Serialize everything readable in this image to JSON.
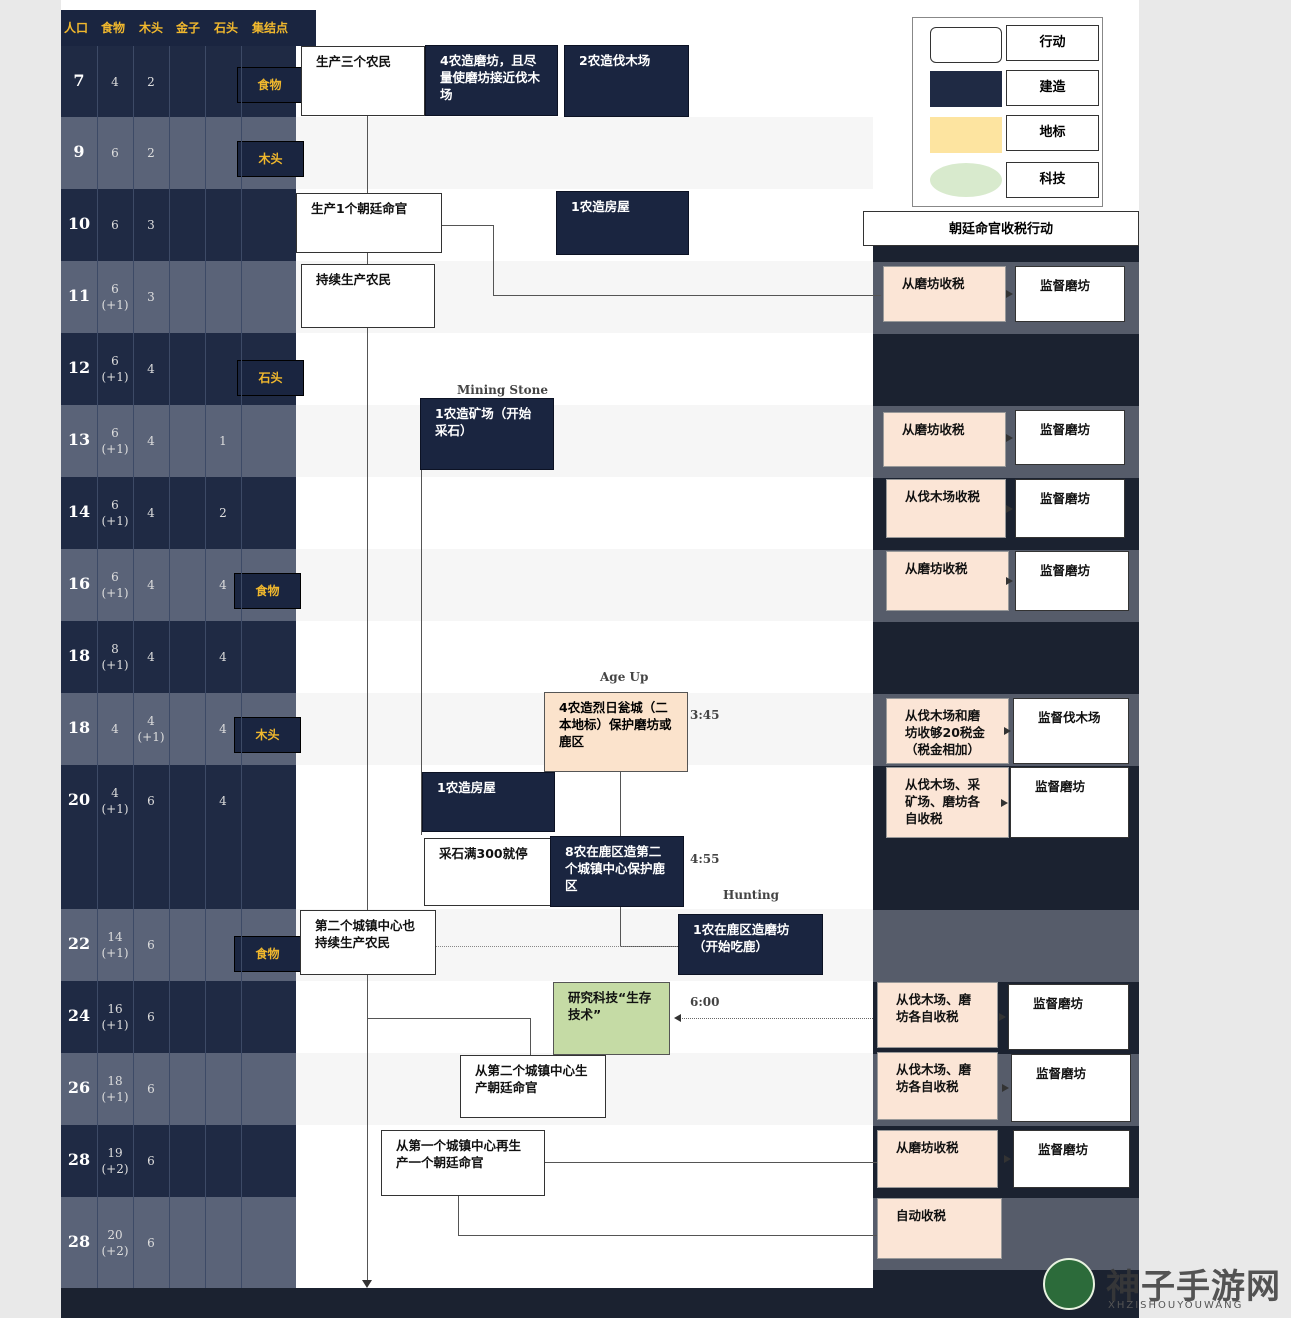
{
  "header": {
    "cols": [
      "人口",
      "食物",
      "木头",
      "金子",
      "石头",
      "集结点"
    ]
  },
  "rows": [
    {
      "pop": "7",
      "food": "4",
      "wood": "2",
      "gold": "",
      "stone": "",
      "rally": "食物"
    },
    {
      "pop": "9",
      "food": "6",
      "wood": "2",
      "gold": "",
      "stone": "",
      "rally": "木头"
    },
    {
      "pop": "10",
      "food": "6",
      "wood": "3",
      "gold": "",
      "stone": "",
      "rally": ""
    },
    {
      "pop": "11",
      "food": "6\n(+1)",
      "wood": "3",
      "gold": "",
      "stone": "",
      "rally": ""
    },
    {
      "pop": "12",
      "food": "6\n(+1)",
      "wood": "4",
      "gold": "",
      "stone": "",
      "rally": "石头"
    },
    {
      "pop": "13",
      "food": "6\n(+1)",
      "wood": "4",
      "gold": "",
      "stone": "1",
      "rally": ""
    },
    {
      "pop": "14",
      "food": "6\n(+1)",
      "wood": "4",
      "gold": "",
      "stone": "2",
      "rally": ""
    },
    {
      "pop": "16",
      "food": "6\n(+1)",
      "wood": "4",
      "gold": "",
      "stone": "4",
      "rally": "食物"
    },
    {
      "pop": "18",
      "food": "8\n(+1)",
      "wood": "4",
      "gold": "",
      "stone": "4",
      "rally": ""
    },
    {
      "pop": "18",
      "food": "4",
      "wood": "4\n(+1)",
      "gold": "",
      "stone": "4",
      "rally": "木头"
    },
    {
      "pop": "20",
      "food": "4\n(+1)",
      "wood": "6",
      "gold": "",
      "stone": "4",
      "rally": ""
    },
    {
      "pop": "22",
      "food": "14\n(+1)",
      "wood": "6",
      "gold": "",
      "stone": "",
      "rally": "食物"
    },
    {
      "pop": "24",
      "food": "16\n(+1)",
      "wood": "6",
      "gold": "",
      "stone": "",
      "rally": ""
    },
    {
      "pop": "26",
      "food": "18\n(+1)",
      "wood": "6",
      "gold": "",
      "stone": "",
      "rally": ""
    },
    {
      "pop": "28",
      "food": "19\n(+2)",
      "wood": "6",
      "gold": "",
      "stone": "",
      "rally": ""
    },
    {
      "pop": "28",
      "food": "20\n(+2)",
      "wood": "6",
      "gold": "",
      "stone": "",
      "rally": ""
    }
  ],
  "legend": {
    "action": "行动",
    "build": "建造",
    "landmark": "地标",
    "tech": "科技"
  },
  "tax_header": "朝廷命官收税行动",
  "labels": {
    "mining_stone": "Mining Stone",
    "age_up": "Age Up",
    "hunting": "Hunting",
    "t1": "3:45",
    "t2": "4:55",
    "t3": "6:00"
  },
  "actions": {
    "a1": "生产三个农民",
    "a2": "生产1个朝廷命官",
    "a3": "持续生产农民",
    "a4": "采石满300就停",
    "a5": "第二个城镇中心也持续生产农民",
    "a6": "从第二个城镇中心生产朝廷命官",
    "a7": "从第一个城镇中心再生产一个朝廷命官"
  },
  "builds": {
    "b1": "4农造磨坊，且尽量使磨坊接近伐木场",
    "b2": "2农造伐木场",
    "b3": "1农造房屋",
    "b4": "1农造矿场（开始采石）",
    "b5": "1农造房屋",
    "b6": "8农在鹿区造第二个城镇中心保护鹿区",
    "b7": "1农在鹿区造磨坊（开始吃鹿）"
  },
  "landmark": "4农造烈日瓮城（二本地标）保护磨坊或鹿区",
  "tech": "研究科技“生存技术”",
  "taxes": [
    {
      "collect": "从磨坊收税",
      "supervise": "监督磨坊"
    },
    {
      "collect": "从磨坊收税",
      "supervise": "监督磨坊"
    },
    {
      "collect": "从伐木场收税",
      "supervise": "监督磨坊"
    },
    {
      "collect": "从磨坊收税",
      "supervise": "监督磨坊"
    },
    {
      "collect": "从伐木场和磨坊收够20税金（税金相加）",
      "supervise": "监督伐木场"
    },
    {
      "collect": "从伐木场、采矿场、磨坊各自收税",
      "supervise": "监督磨坊"
    },
    {
      "collect": "从伐木场、磨坊各自收税",
      "supervise": "监督磨坊"
    },
    {
      "collect": "从伐木场、磨坊各自收税",
      "supervise": "监督磨坊"
    },
    {
      "collect": "从磨坊收税",
      "supervise": "监督磨坊"
    },
    {
      "collect": "自动收税",
      "supervise": ""
    }
  ],
  "watermark": {
    "name": "神子手游网",
    "url": "XHZISHOUYOUWANG"
  },
  "colors": {
    "navy": "#1a2540",
    "gold": "#f1b82d",
    "tax": "#fbe5d6",
    "tech": "#c5dba5",
    "landmark": "#fde4b0"
  }
}
